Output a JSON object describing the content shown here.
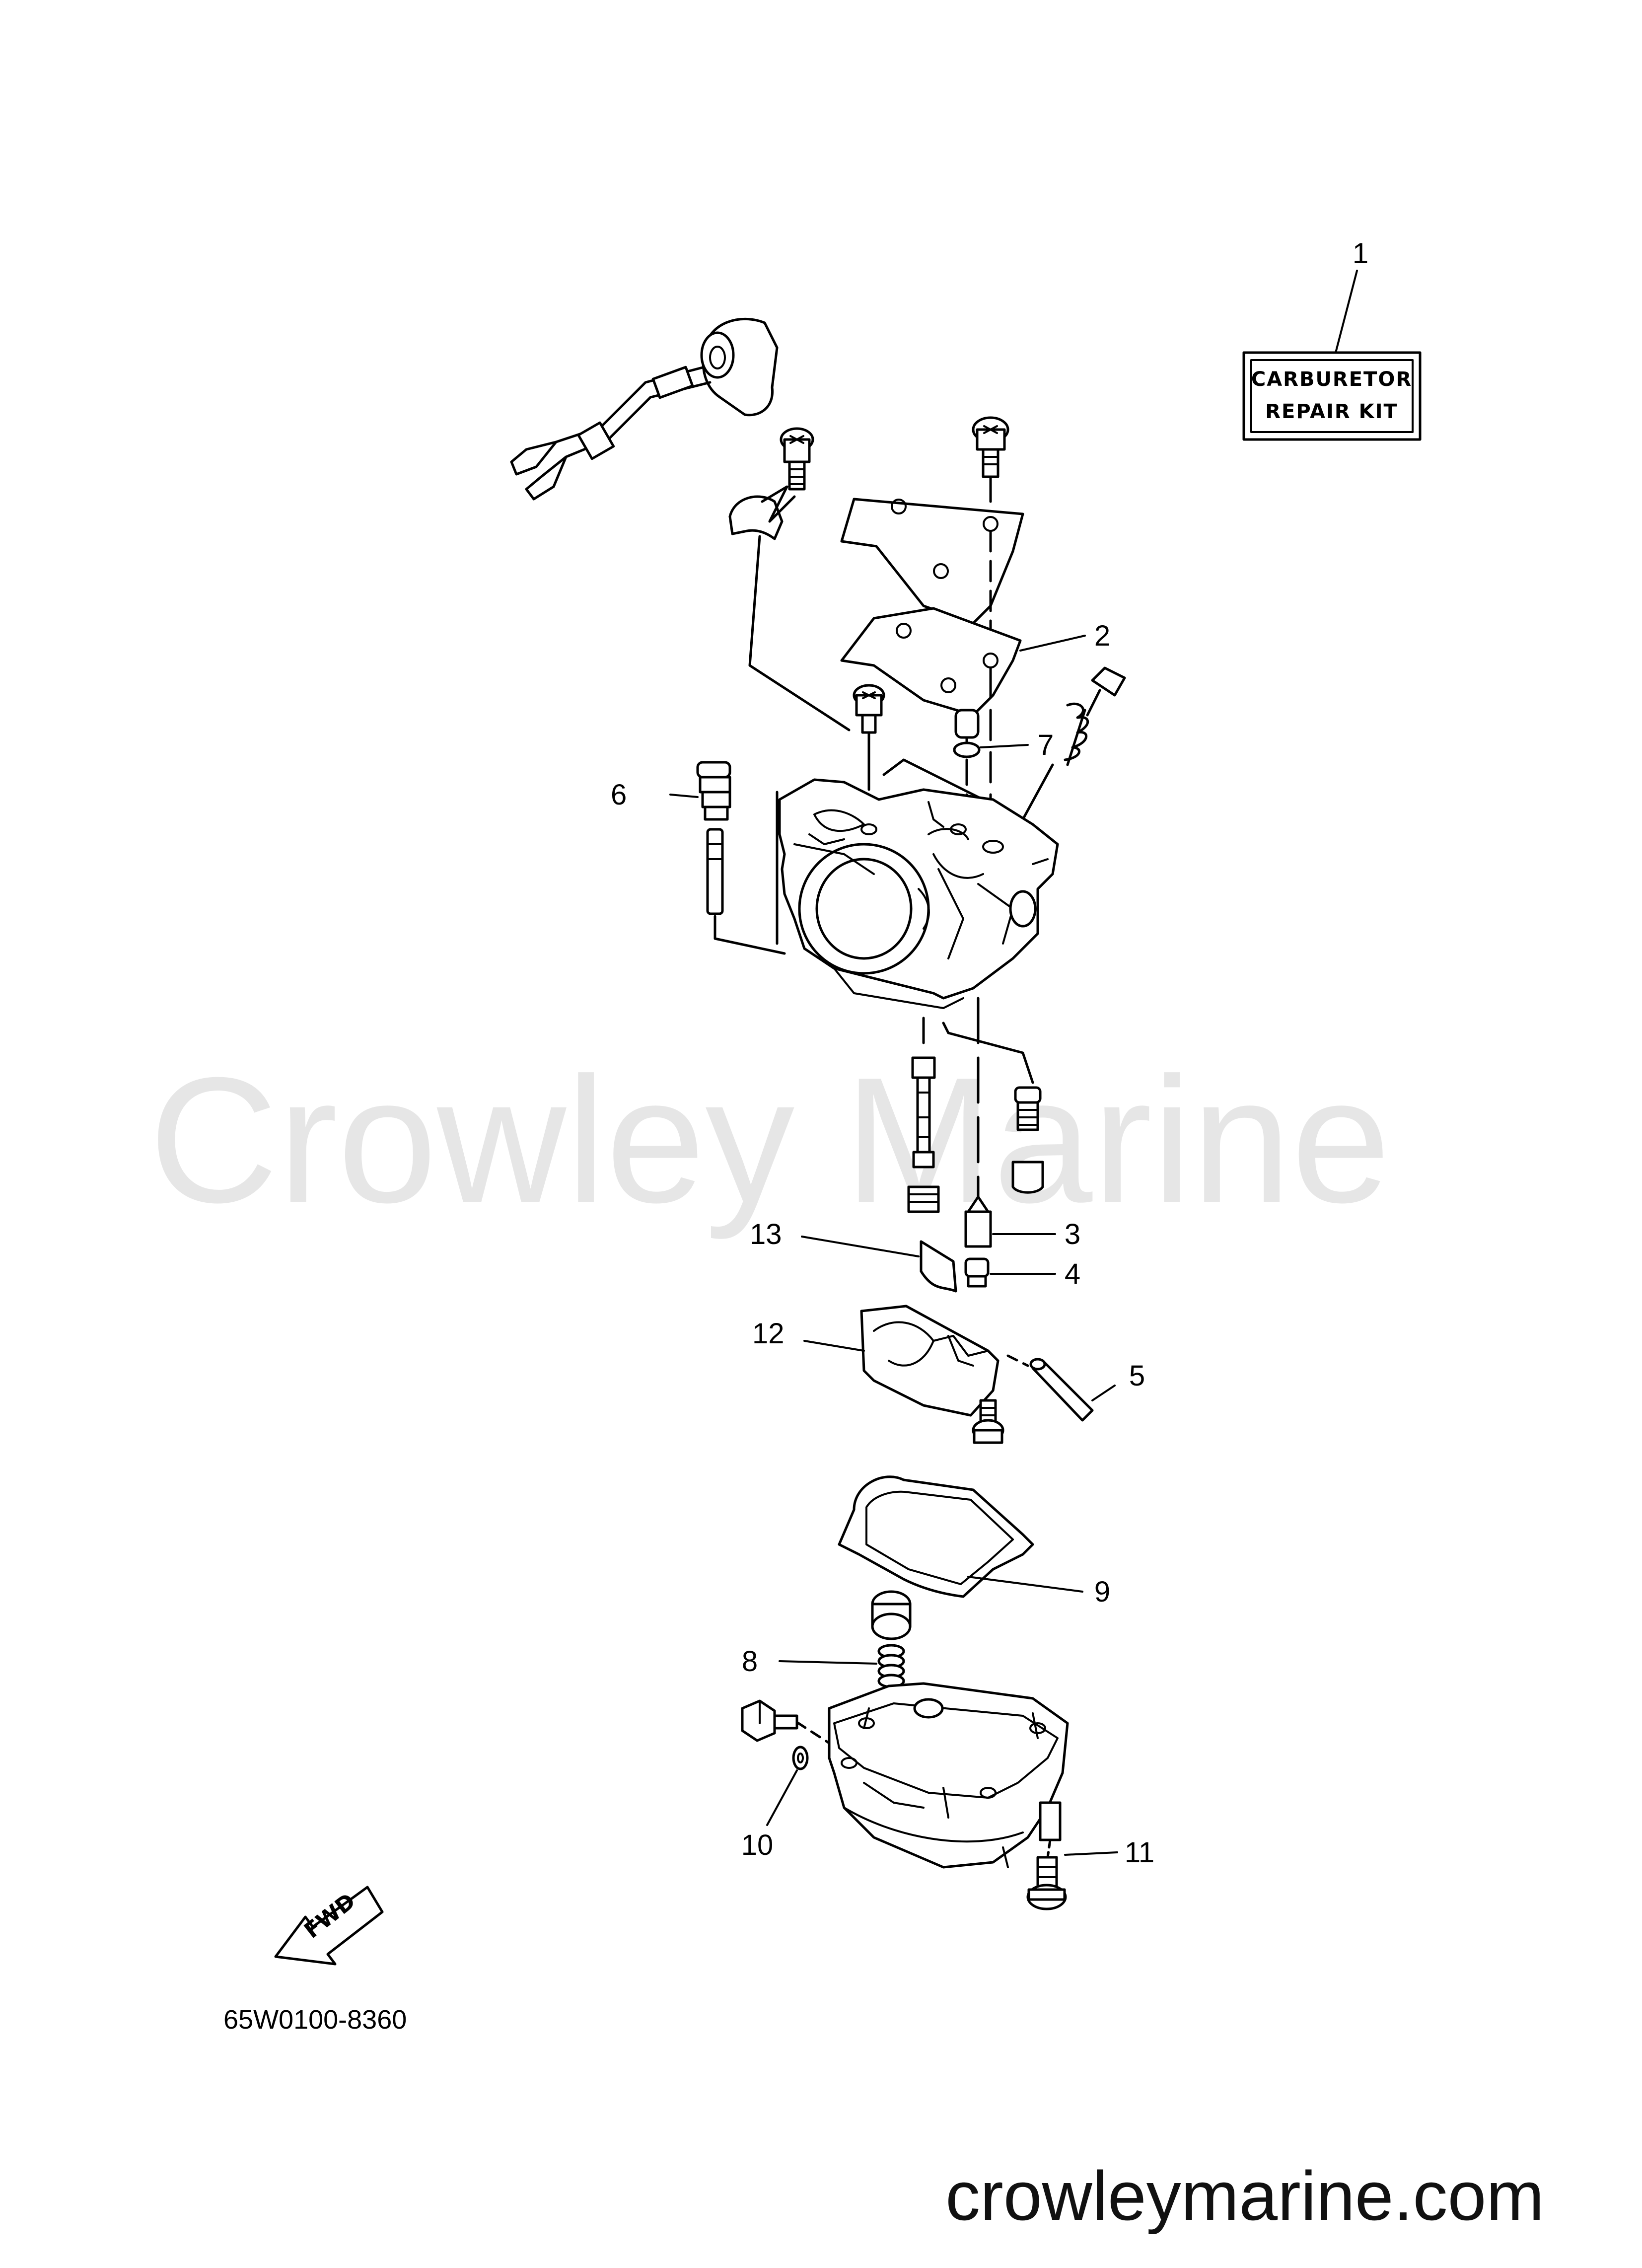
{
  "watermark": "Crowley Marine",
  "site": "crowleymarine.com",
  "figure_code": "65W0100-8360",
  "fwd_label": "FWD",
  "kit_label": {
    "line1": "CARBURETOR",
    "line2": "REPAIR KIT"
  },
  "callouts": [
    {
      "id": "1",
      "label": "1"
    },
    {
      "id": "2",
      "label": "2"
    },
    {
      "id": "3",
      "label": "3"
    },
    {
      "id": "4",
      "label": "4"
    },
    {
      "id": "5",
      "label": "5"
    },
    {
      "id": "6",
      "label": "6"
    },
    {
      "id": "7",
      "label": "7"
    },
    {
      "id": "8",
      "label": "8"
    },
    {
      "id": "9",
      "label": "9"
    },
    {
      "id": "10",
      "label": "10"
    },
    {
      "id": "11",
      "label": "11"
    },
    {
      "id": "12",
      "label": "12"
    },
    {
      "id": "13",
      "label": "13"
    }
  ]
}
